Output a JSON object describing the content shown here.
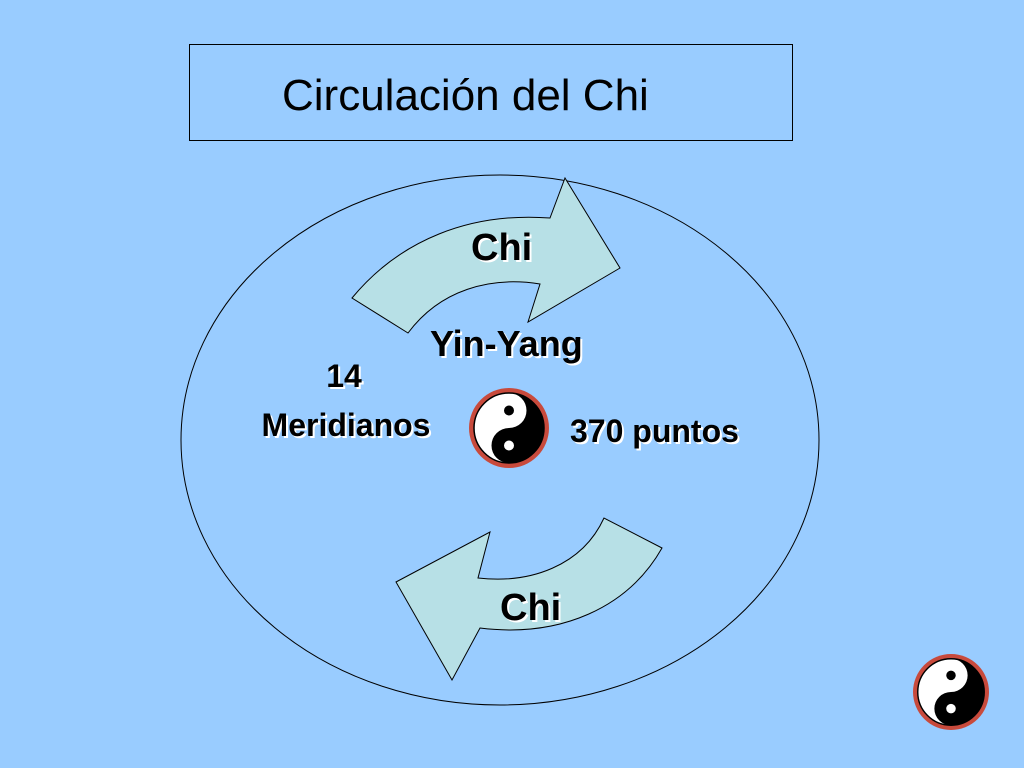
{
  "title": "Circulación del Chi",
  "diagram": {
    "top_arrow_label": "Chi",
    "bottom_arrow_label": "Chi",
    "center_label": "Yin-Yang",
    "left_label_line1": "14",
    "left_label_line2": "Meridianos",
    "right_label": "370 puntos"
  },
  "colors": {
    "background": "#99ccff",
    "arrow_fill": "#b7e0e6",
    "outline": "#000000",
    "yin_yang_rim": "#c84a3c"
  },
  "icons": [
    "yin-yang-icon"
  ]
}
